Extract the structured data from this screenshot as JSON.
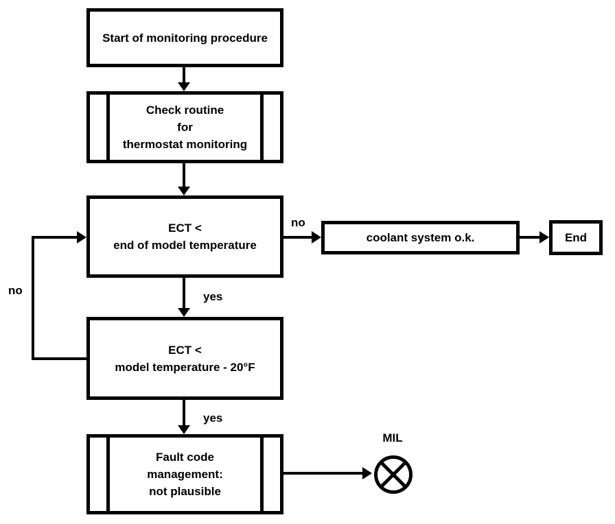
{
  "colors": {
    "ink": "#000000",
    "background": "#ffffff"
  },
  "nodes": {
    "start": {
      "label": "Start of monitoring procedure"
    },
    "check": {
      "lines": [
        "Check routine",
        "for",
        "thermostat monitoring"
      ]
    },
    "ect_end": {
      "lines": [
        "ECT <",
        "end of model temperature"
      ]
    },
    "coolant": {
      "label": "coolant system o.k."
    },
    "end": {
      "label": "End"
    },
    "ect_model": {
      "lines": [
        "ECT <",
        "model temperature - 20°F"
      ]
    },
    "fault": {
      "lines": [
        "Fault code",
        "management:",
        "not plausible"
      ]
    },
    "mil": {
      "label": "MIL"
    }
  },
  "edges": {
    "ect_end_no": "no",
    "ect_end_yes": "yes",
    "ect_model_no": "no",
    "ect_model_yes": "yes"
  },
  "icons": {
    "mil_lamp": "crossed-lamp-icon"
  }
}
